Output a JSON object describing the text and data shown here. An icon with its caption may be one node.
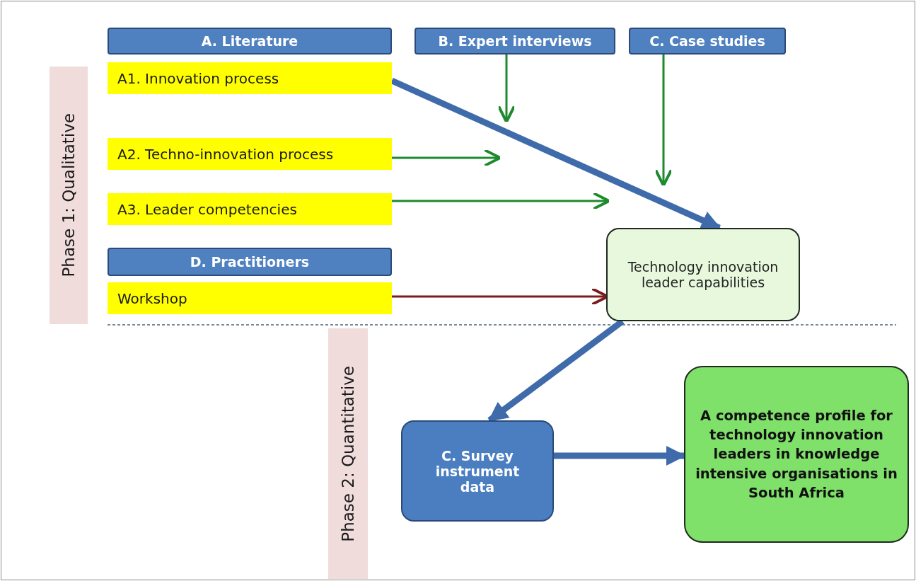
{
  "diagram": {
    "nodes": [
      {
        "text": [
          "Phase 1: Qualitative"
        ]
      },
      {
        "text": [
          "A. Literature"
        ]
      },
      {
        "text": [
          "A1. Innovation process"
        ]
      },
      {
        "text": [
          "A2. Techno-innovation process"
        ]
      },
      {
        "text": [
          "A3. Leader competencies"
        ]
      },
      {
        "text": [
          "B. Expert interviews"
        ]
      },
      {
        "text": [
          "C. Case studies"
        ]
      },
      {
        "text": [
          "D. Practitioners"
        ]
      },
      {
        "text": [
          "Workshop"
        ]
      },
      {
        "text": [
          "Technology innovation leader capabilities"
        ]
      },
      {
        "text": [
          "Phase 2: Quantitative"
        ]
      },
      {
        "text": [
          "C. Survey instrument data"
        ]
      },
      {
        "text": [
          "A competence profile for technology innovation leaders in knowledge intensive organisations in South Africa"
        ]
      }
    ],
    "edges": [
      {
        "from": 2,
        "to": 9,
        "arrow": "to",
        "style": "thick",
        "color": "#3f6bab"
      },
      {
        "from": 5,
        "to": null,
        "arrow": "to"
      },
      {
        "from": 6,
        "to": null,
        "arrow": "to"
      },
      {
        "from": 3,
        "to": null,
        "arrow": "to"
      },
      {
        "from": 4,
        "to": null,
        "arrow": "to"
      },
      {
        "from": 8,
        "to": 9,
        "arrow": "to",
        "color": "#7a1c1c"
      },
      {
        "from": 9,
        "to": 11,
        "arrow": "to",
        "style": "thick",
        "color": "#3f6bab"
      },
      {
        "from": 11,
        "to": 12,
        "arrow": "to",
        "style": "thick",
        "color": "#3f6bab"
      }
    ]
  }
}
